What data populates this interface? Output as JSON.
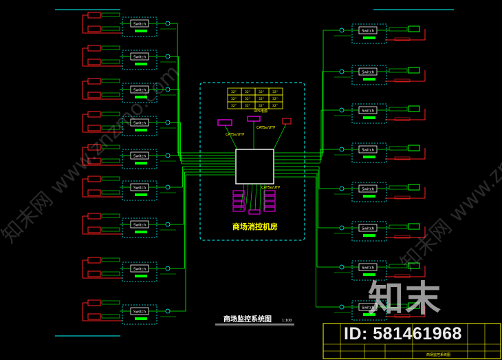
{
  "diagram": {
    "title": "商场监控系统图",
    "scale": "1:100",
    "room_label": "商场消控机房",
    "switch_label": "Switch",
    "video_wall": [
      "32\"",
      "32\"",
      "32\"",
      "32\"",
      "32\"",
      "32\"",
      "32\"",
      "32\"",
      "32\"",
      "32\"",
      "32\"",
      "32\""
    ],
    "center_labels": [
      "CAT5e/UTP",
      "CAT5e/UTP",
      "UPS电源",
      "CAT5e/UTP"
    ],
    "colors": {
      "green": "#00ff00",
      "cyan": "#00ffff",
      "red": "#ff2020",
      "magenta": "#ff00ff",
      "yellow": "#ffff00",
      "white": "#ffffff"
    }
  },
  "title_block": {
    "cell_label": "商场监控系统图"
  },
  "watermark": {
    "logo": "知末",
    "id_text": "ID: 581461968",
    "diag_text": "知末网 www.znzmo.com"
  }
}
